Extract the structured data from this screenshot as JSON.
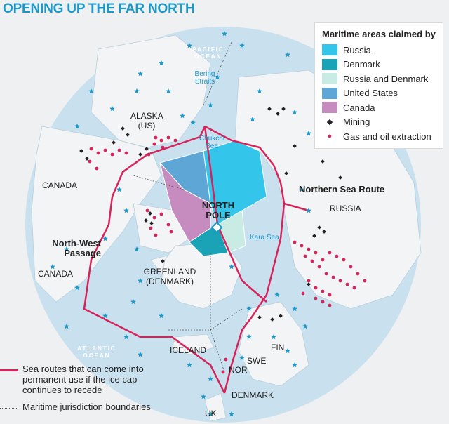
{
  "title": "OPENING UP THE FAR NORTH",
  "legend": {
    "title": "Maritime areas claimed by",
    "items": [
      {
        "label": "Russia",
        "color": "#33c6ea"
      },
      {
        "label": "Denmark",
        "color": "#1aa3b6"
      },
      {
        "label": "Russia and Denmark",
        "color": "#c8ece4"
      },
      {
        "label": "United States",
        "color": "#5da6d6"
      },
      {
        "label": "Canada",
        "color": "#c68cbf"
      }
    ],
    "mining": "Mining",
    "gas": "Gas and oil extraction"
  },
  "bottom_legend": {
    "routes": "Sea routes that can come into permanent use if the ice cap continues to recede",
    "boundaries": "Maritime jurisdiction boundaries"
  },
  "labels": {
    "pacific": "PACIFIC OCEAN",
    "bering": "Bering Straits",
    "alaska": "ALASKA (US)",
    "chukchi": "Chukchi Sea",
    "canada1": "CANADA",
    "canada2": "CANADA",
    "north_pole": "NORTH POLE",
    "nsr": "Northern Sea Route",
    "russia": "RUSSIA",
    "kara": "Kara Sea",
    "nwp": "North-West Passage",
    "greenland": "GREENLAND (DENMARK)",
    "atlantic": "ATLANTIC OCEAN",
    "iceland": "ICELAND",
    "fin": "FIN",
    "swe": "SWE",
    "nor": "NOR",
    "denmark": "DENMARK",
    "uk": "UK"
  },
  "colors": {
    "ocean": "#c9e1ef",
    "land": "#f3f4f5",
    "route": "#d6245b",
    "star": "#1c98c8"
  }
}
